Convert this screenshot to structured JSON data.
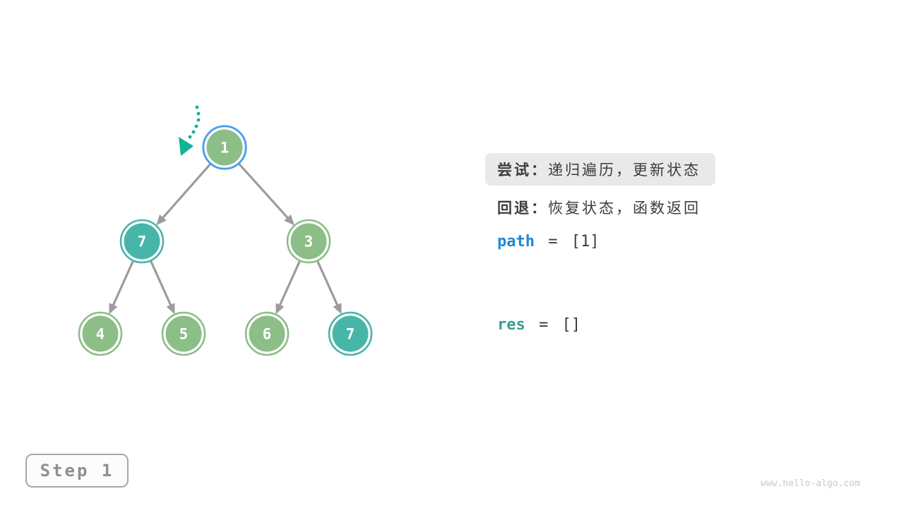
{
  "figure": {
    "description_labels": {
      "try_label": "尝试：",
      "try_text": "递归遍历，更新状态",
      "back_label": "回退：",
      "back_text": "恢复状态，函数返回"
    },
    "variables": {
      "path_name": "path",
      "path_eq": "=",
      "path_value": "[1]",
      "res_name": "res",
      "res_eq": "=",
      "res_value": "[]"
    }
  },
  "tree": {
    "nodes": [
      {
        "value": "1",
        "fill": "green",
        "ring": "blue",
        "state": "current"
      },
      {
        "value": "7",
        "fill": "teal",
        "ring": "teal"
      },
      {
        "value": "3",
        "fill": "green",
        "ring": "green"
      },
      {
        "value": "4",
        "fill": "green",
        "ring": "green"
      },
      {
        "value": "5",
        "fill": "green",
        "ring": "green"
      },
      {
        "value": "6",
        "fill": "green",
        "ring": "green"
      },
      {
        "value": "7",
        "fill": "teal",
        "ring": "teal"
      }
    ],
    "edges": [
      [
        "1",
        "7"
      ],
      [
        "1",
        "3"
      ],
      [
        "7",
        "4"
      ],
      [
        "7",
        "5"
      ],
      [
        "3",
        "6"
      ],
      [
        "3",
        "7"
      ]
    ]
  },
  "step_label": "Step 1",
  "watermark": "www.hello-algo.com",
  "colors": {
    "node_green": "#8cbe87",
    "node_teal": "#47b6a9",
    "current_ring_blue": "#4a9ff0",
    "edge_gray": "#9c9c9c",
    "pointer_teal": "#12b296",
    "path_blue": "#2089d6",
    "res_teal": "#3a9e94",
    "highlight_bg": "#e9e9e9",
    "text_dark": "#3c3c3c"
  }
}
